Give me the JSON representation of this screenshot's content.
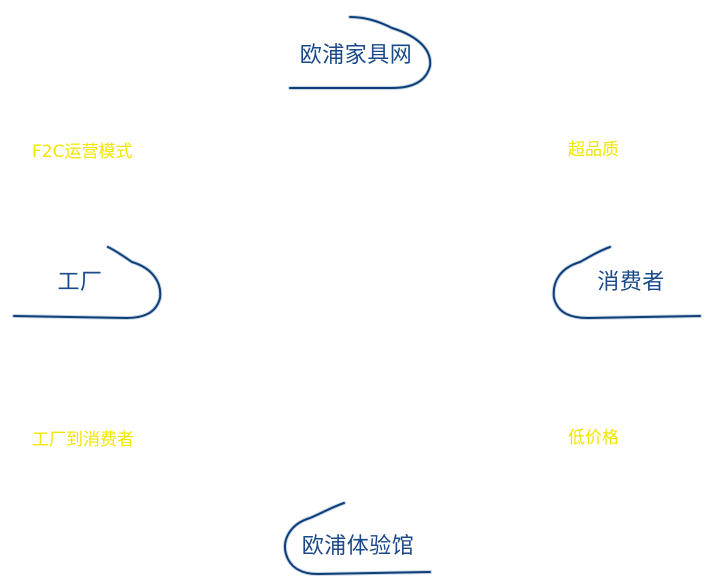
{
  "nodes": {
    "top": "欧浦家具网",
    "left": "工厂",
    "right": "消费者",
    "bottom": "欧浦体验馆"
  },
  "edges": {
    "top_left": "F2C运营模式",
    "top_right": "超品质",
    "bottom_left": "工厂到消费者",
    "bottom_right": "低价格"
  },
  "colors": {
    "node_text": "#1a4a8a",
    "node_outline": "#0f3f78",
    "edge_text": "#f2e600"
  }
}
